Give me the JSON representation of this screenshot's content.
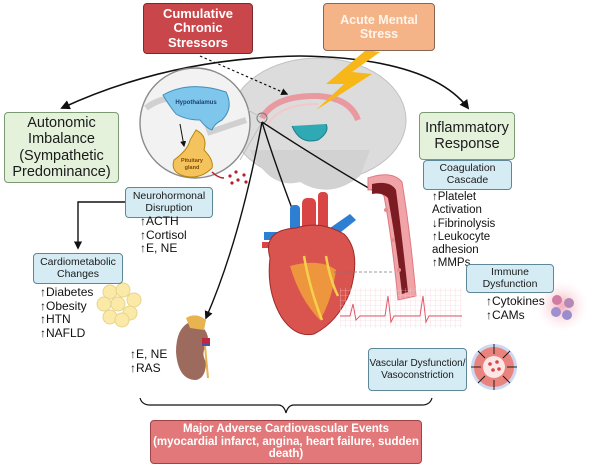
{
  "stressors": {
    "chronic": "Cumulative Chronic Stressors",
    "acute": "Acute Mental Stress"
  },
  "pathways": {
    "autonomic": "Autonomic Imbalance (Sympathetic Predominance)",
    "inflammatory": "Inflammatory Response"
  },
  "brain": {
    "hypothalamus_label": "Hypothalamus",
    "pituitary_label": "Pituitary gland"
  },
  "neurohormonal": {
    "title": "Neurohormonal Disruption",
    "items": [
      "↑ACTH",
      "↑Cortisol",
      "↑E, NE"
    ]
  },
  "cardiometabolic": {
    "title": "Cardiometabolic Changes",
    "items": [
      "↑Diabetes",
      "↑Obesity",
      "↑HTN",
      "↑NAFLD"
    ]
  },
  "kidney": {
    "items": [
      "↑E, NE",
      "↑RAS"
    ]
  },
  "coagulation": {
    "title": "Coagulation Cascade",
    "items": [
      "↑Platelet",
      "Activation",
      "↓Fibrinolysis",
      "↑Leukocyte",
      "adhesion",
      "↑MMPs"
    ]
  },
  "immune": {
    "title": "Immune Dysfunction",
    "items": [
      "↑Cytokines",
      "↑CAMs"
    ]
  },
  "vascular": {
    "title": "Vascular Dysfunction/ Vasoconstriction"
  },
  "outcome": {
    "title": "Major Adverse Cardiovascular Events",
    "detail": "(myocardial infarct, angina, heart failure, sudden death)"
  },
  "colors": {
    "chronic_stressor": "#c9474a",
    "acute_stressor": "#f4b488",
    "pathway_green": "#e4f2dc",
    "subbox_blue": "#d6ecf4",
    "outcome_red": "#e27879"
  }
}
